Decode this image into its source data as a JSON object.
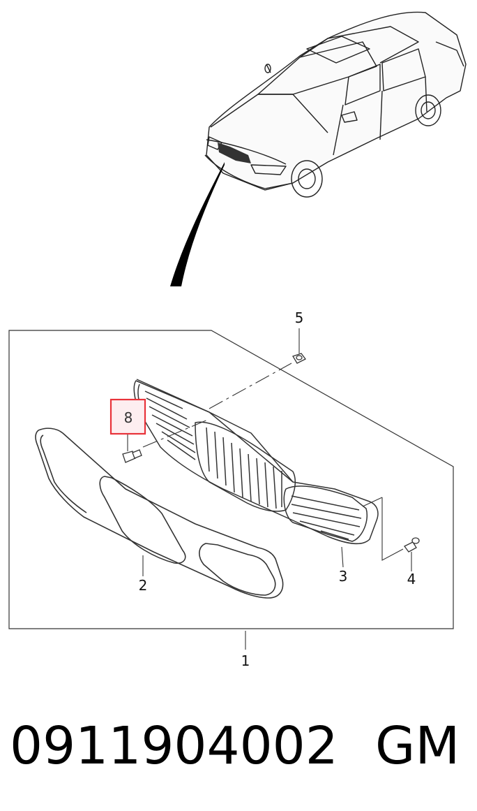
{
  "diagram": {
    "callouts": {
      "c1": "1",
      "c2": "2",
      "c3": "3",
      "c4": "4",
      "c5": "5",
      "c8": "8"
    },
    "highlight_color": "#e8333a"
  },
  "caption": {
    "part_number": "0911904002",
    "brand": "GM"
  }
}
